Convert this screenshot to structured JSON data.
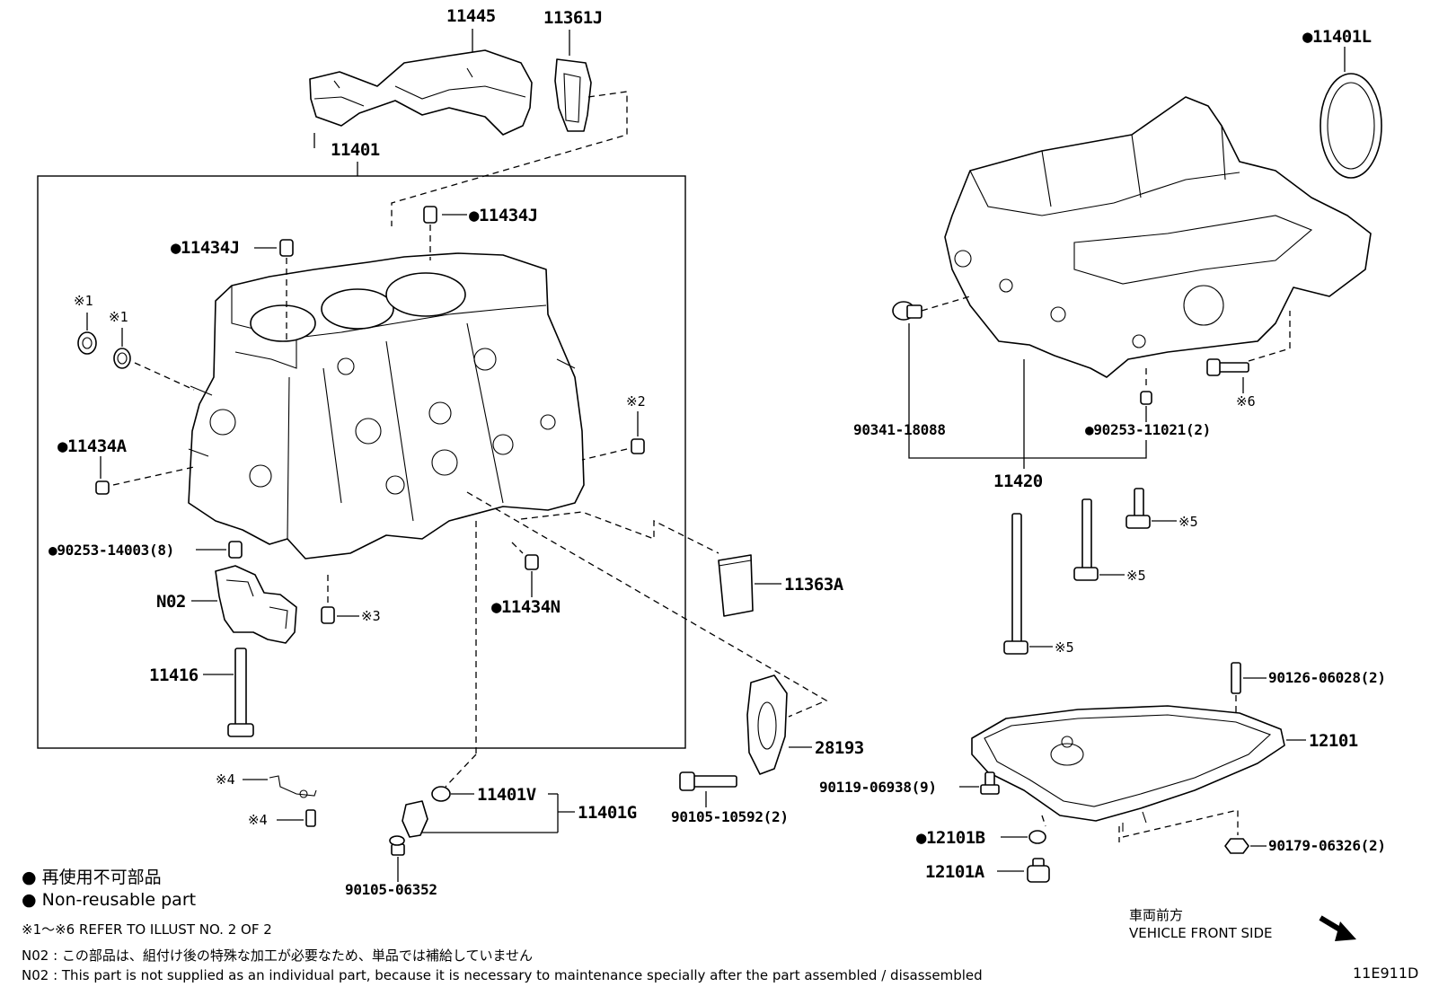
{
  "callouts": {
    "c11445": "11445",
    "c11361J": "11361J",
    "c11401": "11401",
    "c11434J_a": "11434J",
    "c11434J_b": "11434J",
    "c11434A": "11434A",
    "c11434N": "11434N",
    "c90253_14003": "90253-14003(8)",
    "cN02": "N02",
    "c11416": "11416",
    "c11363A": "11363A",
    "c28193": "28193",
    "c11401V": "11401V",
    "c11401G": "11401G",
    "c90105_10592": "90105-10592(2)",
    "c90105_06352": "90105-06352",
    "c11401L": "11401L",
    "c90341_18088": "90341-18088",
    "c90253_11021": "90253-11021(2)",
    "c11420": "11420",
    "c90126_06028": "90126-06028(2)",
    "c12101": "12101",
    "c90119_06938": "90119-06938(9)",
    "c12101B": "12101B",
    "c12101A": "12101A",
    "c90179_06326": "90179-06326(2)"
  },
  "refs": {
    "r1a": "※1",
    "r1b": "※1",
    "r2": "※2",
    "r3": "※3",
    "r4a": "※4",
    "r4b": "※4",
    "r5a": "※5",
    "r5b": "※5",
    "r5c": "※5",
    "r6": "※6"
  },
  "legend": {
    "bullet": "●",
    "jp": "再使用不可部品",
    "en": "Non-reusable part"
  },
  "notes": {
    "refer": "※1～※6  REFER TO ILLUST NO. 2 OF 2",
    "n02_jp": "N02 : この部品は、組付け後の特殊な加工が必要なため、単品では補給していません",
    "n02_en": "N02 : This part is not supplied as an individual part, because it is necessary to maintenance specially after the part assembled / disassembled"
  },
  "direction": {
    "jp": "車両前方",
    "en": "VEHICLE FRONT SIDE"
  },
  "figure_id": "11E911D"
}
